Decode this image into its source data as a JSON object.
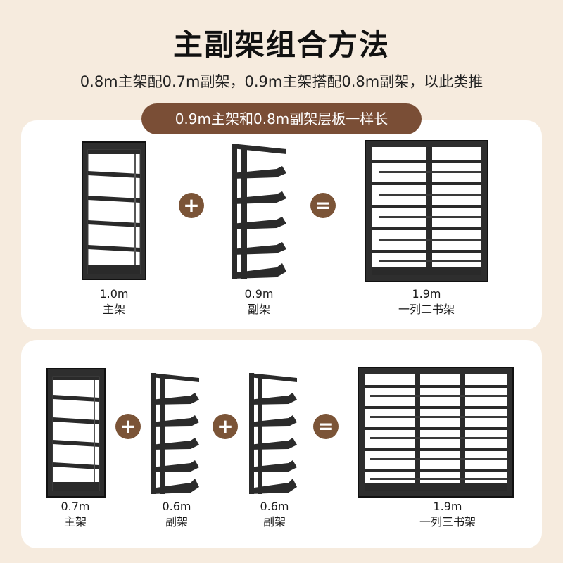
{
  "title": "主副架组合方法",
  "subtitle": "0.8m主架配0.7m副架，0.9m主架搭配0.8m副架，以此类推",
  "pill": "0.9m主架和0.8m副架层板一样长",
  "colors": {
    "background": "#f6ebde",
    "card": "#ffffff",
    "pill": "#7a4e36",
    "operator": "#7b5437",
    "shelf": "#2b2b2b"
  },
  "row1": {
    "operators": [
      "+",
      "="
    ],
    "items": [
      {
        "size": "1.0m",
        "name": "主架"
      },
      {
        "size": "0.9m",
        "name": "副架"
      },
      {
        "size": "1.9m",
        "name": "一列二书架"
      }
    ]
  },
  "row2": {
    "operators": [
      "+",
      "+",
      "="
    ],
    "items": [
      {
        "size": "0.7m",
        "name": "主架"
      },
      {
        "size": "0.6m",
        "name": "副架"
      },
      {
        "size": "0.6m",
        "name": "副架"
      },
      {
        "size": "1.9m",
        "name": "一列三书架"
      }
    ]
  }
}
